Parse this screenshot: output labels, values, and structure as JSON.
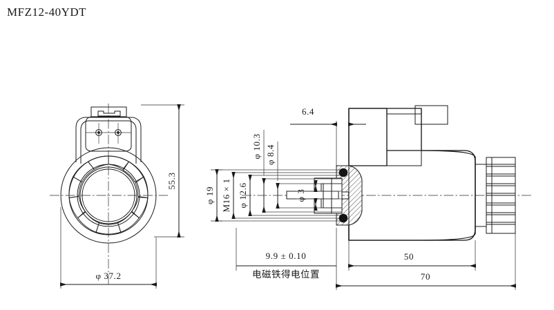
{
  "drawing": {
    "title": "MFZ12-40YDT",
    "type": "technical-engineering-drawing",
    "subject": "Solenoid coil MFZ12-40YDT outline and section drawing",
    "views": [
      {
        "name": "front-end-view",
        "description": "Circular coil end view with electrical connector on top"
      },
      {
        "name": "side-section-view",
        "description": "Longitudinal half-section through tube, armature and coil"
      }
    ]
  },
  "dimensions": {
    "front_view": {
      "height_overall": "55.3",
      "outer_diameter": "φ 37.2"
    },
    "section_view": {
      "connector_offset": "6.4",
      "bore_19": "φ 19",
      "thread": "M16 × 1",
      "bore_12_6": "φ 12.6",
      "bore_10_3": "φ 10.3",
      "bore_8_4": "φ 8.4",
      "pin_3": "φ 3",
      "stroke_position": "9.9 ± 0.10",
      "stroke_note": "电磁铁得电位置",
      "length_50": "50",
      "length_70": "70"
    }
  },
  "colors": {
    "line": "#1a1a1a",
    "thin_line": "#3a3a3a",
    "background": "#ffffff",
    "seal": "#141414"
  }
}
